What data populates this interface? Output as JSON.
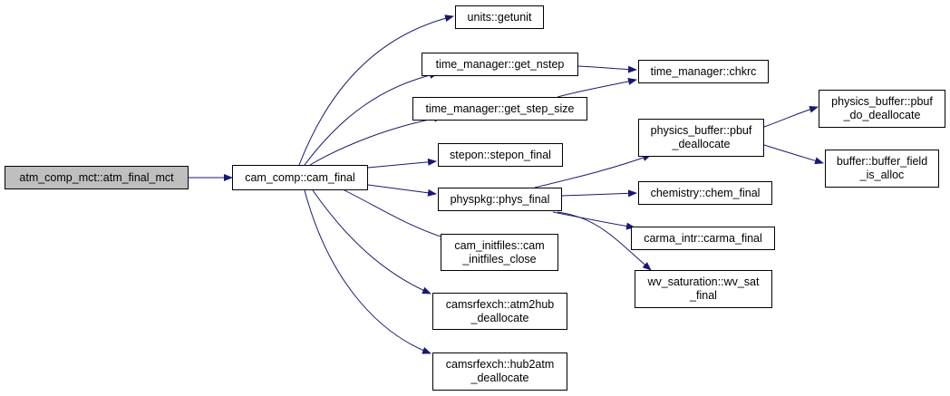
{
  "colors": {
    "edge": "#191970",
    "node_border": "#000000",
    "root_fill": "#bfbfbf",
    "node_fill": "#ffffff"
  },
  "nodes": {
    "root": "atm_comp_mct::atm_final_mct",
    "cam_final": "cam_comp::cam_final",
    "getunit": "units::getunit",
    "get_nstep": "time_manager::get_nstep",
    "get_step_size": "time_manager::get_step_size",
    "chkrc": "time_manager::chkrc",
    "stepon_final": "stepon::stepon_final",
    "phys_final": "physpkg::phys_final",
    "initfiles_close": "cam_initfiles::cam\n_initfiles_close",
    "atm2hub": "camsrfexch::atm2hub\n_deallocate",
    "hub2atm": "camsrfexch::hub2atm\n_deallocate",
    "pbuf_deallocate": "physics_buffer::pbuf\n_deallocate",
    "pbuf_do_deallocate": "physics_buffer::pbuf\n_do_deallocate",
    "buffer_field_is_alloc": "buffer::buffer_field\n_is_alloc",
    "chem_final": "chemistry::chem_final",
    "carma_final": "carma_intr::carma_final",
    "wv_sat_final": "wv_saturation::wv_sat\n_final"
  }
}
